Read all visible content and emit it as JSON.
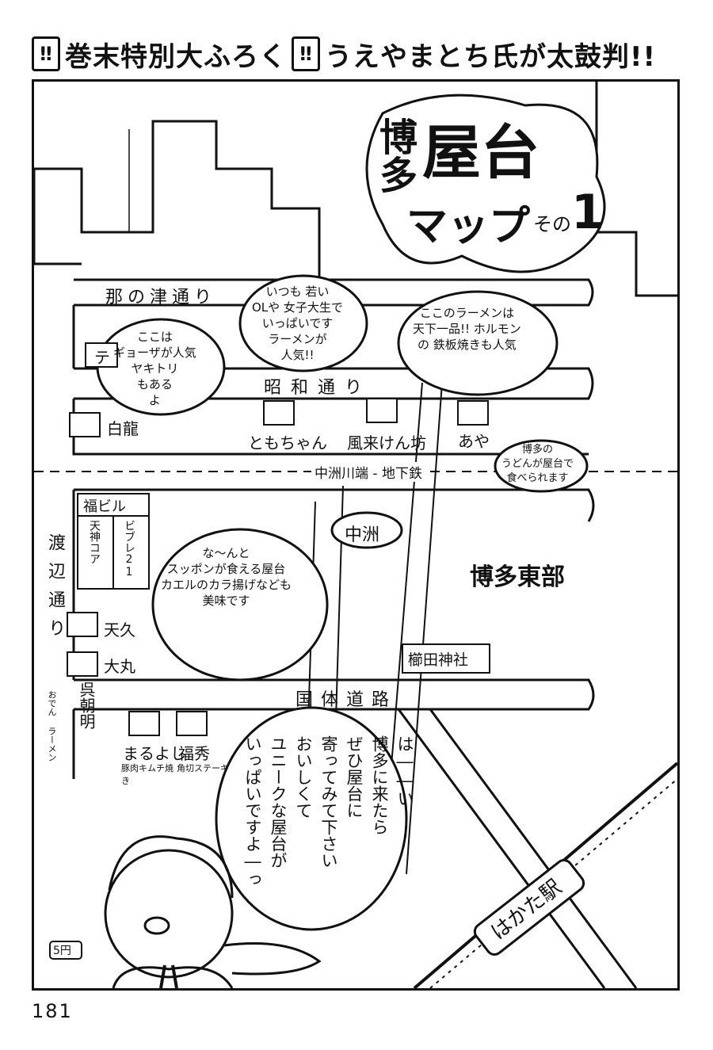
{
  "header": {
    "left_text": "巻末特別大ふろく",
    "right_text": "うえやまとち氏が太鼓判!!",
    "icon_glyph": "‼"
  },
  "title": {
    "hakata": "博多",
    "yatai": "屋台",
    "map": "マップ",
    "sono": "その",
    "number": "1"
  },
  "streets": {
    "nanotsu": "那の津通り",
    "showa": "昭和通り",
    "kokutai": "国体道路",
    "watanabe": "渡辺通り",
    "subway": "中洲川端 - 地下鉄"
  },
  "areas": {
    "nakasu": "中洲",
    "hakata_tobu": "博多東部",
    "kushida": "櫛田神社",
    "fuku_building": "福ビル",
    "tenjin_core": "天神コア",
    "vivre": "ビブレ21",
    "te_sign": "テ",
    "station": "はかた駅"
  },
  "stalls": {
    "hakuryu": "白龍",
    "tomochan": "ともちゃん",
    "furaikenbo": "風来けん坊",
    "aya": "あや",
    "tenkyu": "天久",
    "daimaru": "大丸",
    "goasamei": "呉朝明",
    "goasamei_note": "おでん ラーメン",
    "maruyoshi": "まるよし",
    "maruyoshi_note": "豚肉キムチ焼き",
    "fukuhide": "福秀",
    "fukuhide_note": "角切ステーキ"
  },
  "bubbles": {
    "hakuryu": [
      "ここは",
      "ギョーザが人気",
      "ヤキトリ",
      "もある",
      "よ"
    ],
    "tomochan": [
      "いつも 若い",
      "OLや 女子大生で",
      "いっぱいです",
      "ラーメンが",
      "人気!!"
    ],
    "furai": [
      "ここのラーメンは",
      "天下一品!! ホルモン",
      "の 鉄板焼きも人気"
    ],
    "aya": [
      "博多の",
      "うどんが屋台で",
      "食べられます"
    ],
    "tenkyu": [
      "な～んと",
      "スッポンが食える屋台",
      "カエルのカラ揚げなども",
      "美味です"
    ],
    "author": [
      "は――い",
      "博多に来たら",
      "ぜひ屋台に",
      "寄ってみて下さい",
      "おいしくて",
      "ユニークな屋台が",
      "いっぱいですよ―っ"
    ]
  },
  "misc": {
    "coin": "5円",
    "page_number": "181"
  }
}
